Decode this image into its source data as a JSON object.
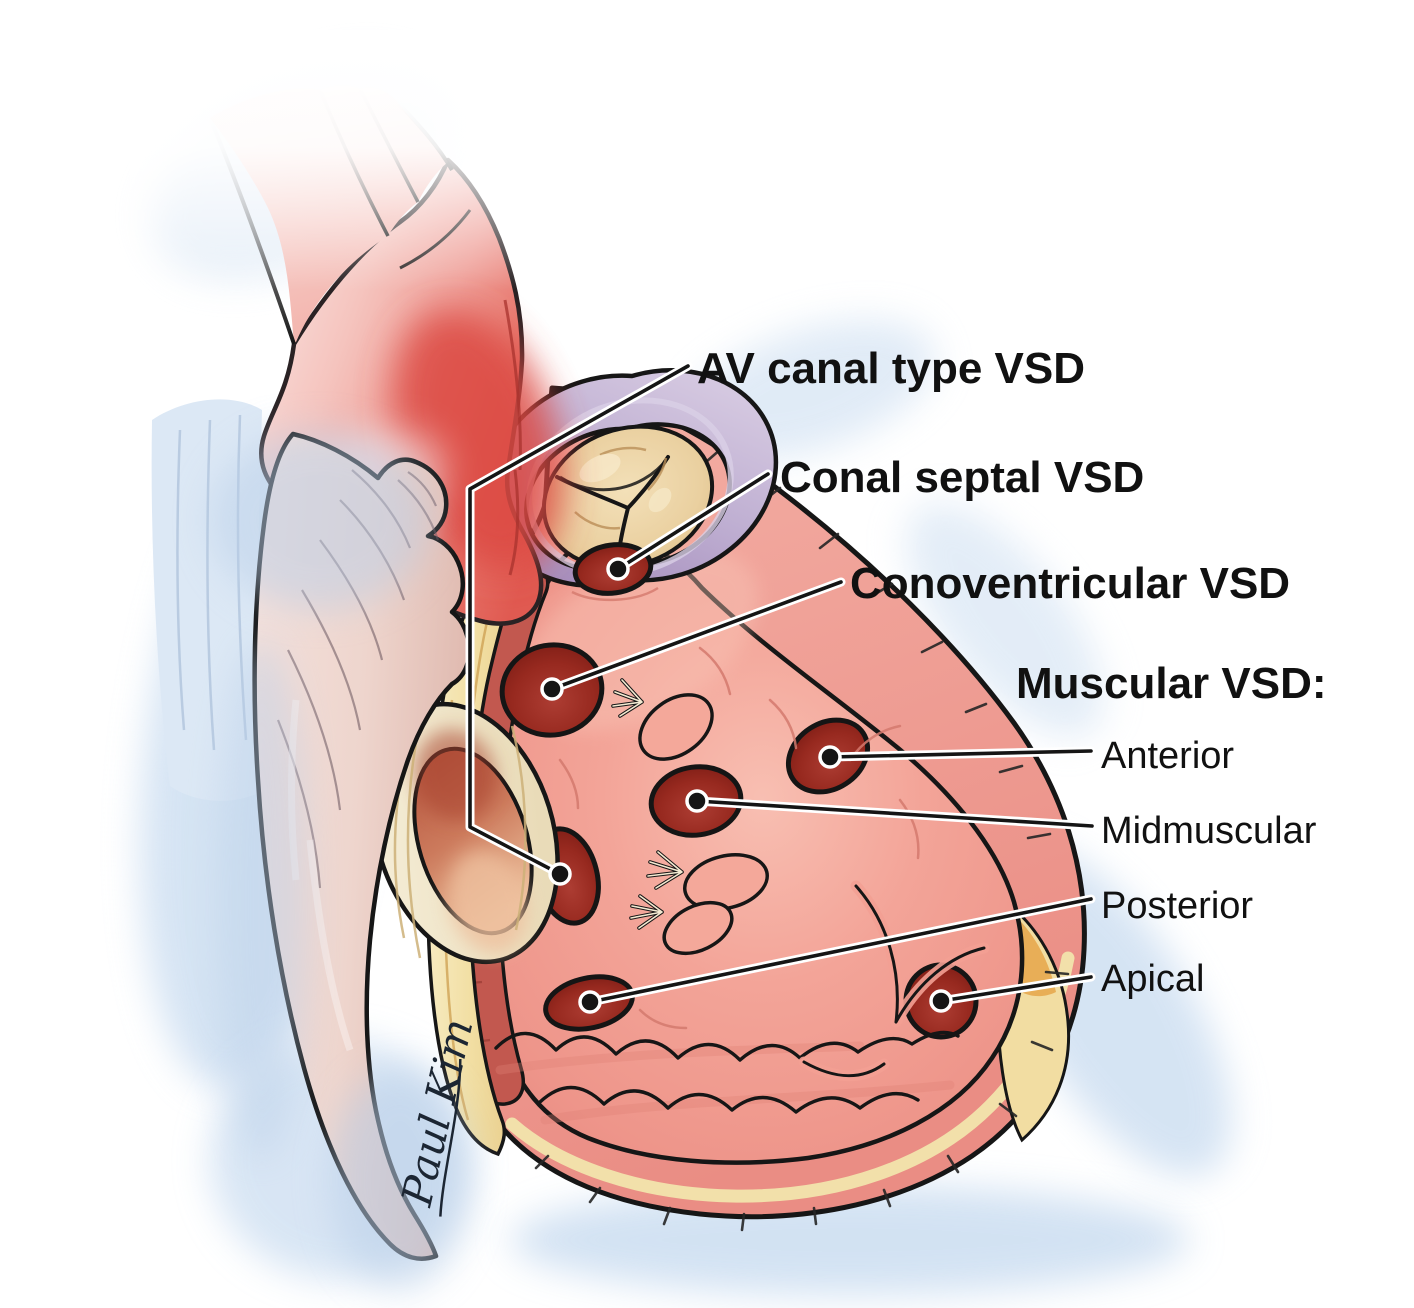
{
  "illustration": {
    "type": "medical-anatomy-diagram",
    "subject": "Heart cut-away showing ventricular septal defect (VSD) locations",
    "callouts": {
      "av_canal": "AV canal type VSD",
      "conal_septal": "Conal septal VSD",
      "conoventricular": "Conoventricular VSD"
    },
    "muscular_group": {
      "heading": "Muscular VSD:",
      "items": [
        "Anterior",
        "Midmuscular",
        "Posterior",
        "Apical"
      ]
    },
    "signature": "Paul Kim",
    "colors": {
      "label_text": "#111111",
      "leader_line": "#151515",
      "leader_casing": "#ffffff",
      "vsd_hole_red": "#97291f",
      "interior_pink": "#ee958a",
      "outer_wall_salmon": "#f0a098",
      "myocardium_dark": "#c2584f",
      "epicardial_fat": "#f2dfa4",
      "pulmonary_collar_lavender": "#bfafd2",
      "valve_cream": "#ead0a0",
      "aorta_red": "#e05a51",
      "atrium_pink": "#eed5cd",
      "shadow_blue": "#c8dbf0",
      "outline": "#161616"
    }
  }
}
